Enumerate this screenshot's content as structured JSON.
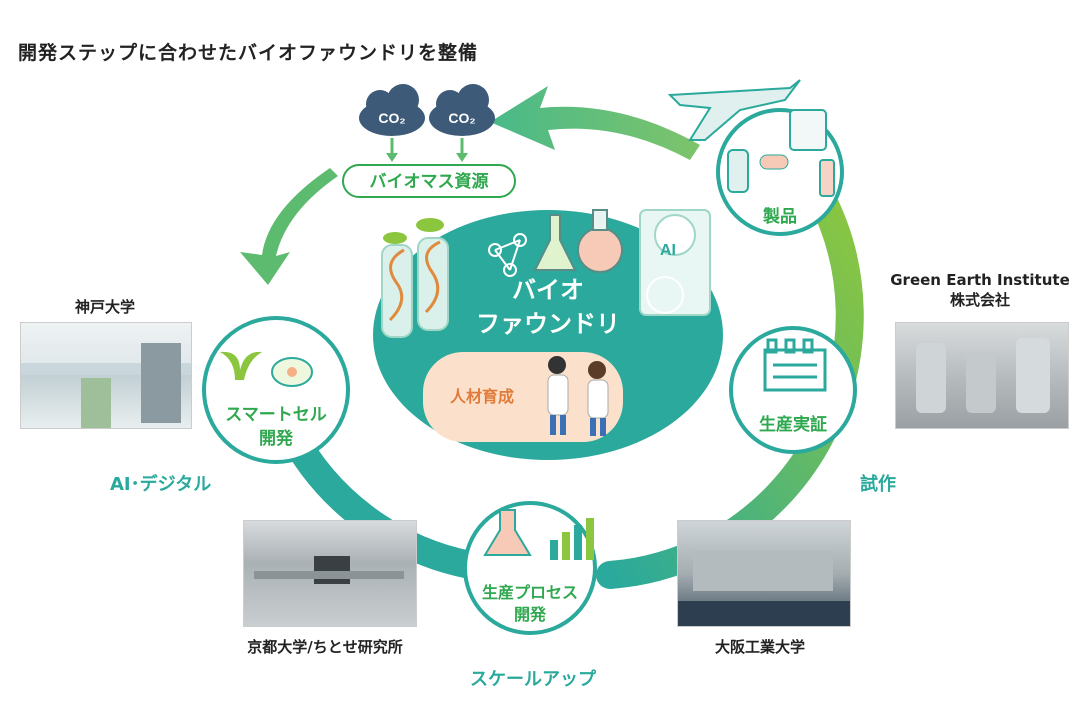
{
  "heading": "開発ステップに合わせたバイオファウンドリを整備",
  "biomass": {
    "label": "バイオマス資源",
    "co2": [
      "CO₂",
      "CO₂"
    ]
  },
  "center": {
    "line1": "バイオ",
    "line2": "ファウンドリ",
    "hr_label": "人材育成",
    "ai_badge": "AI"
  },
  "nodes": {
    "products": "製品",
    "production": "生産実証",
    "process": {
      "line1": "生産プロセス",
      "line2": "開発"
    },
    "smartcell": {
      "line1": "スマートセル",
      "line2": "開発"
    }
  },
  "stages": {
    "ai_digital": "AI･デジタル",
    "trial": "試作",
    "scaleup": "スケールアップ"
  },
  "sites": {
    "kobe": "神戸大学",
    "gei": {
      "line1": "Green Earth Institute",
      "line2": "株式会社"
    },
    "kyoto": "京都大学/ちとせ研究所",
    "osaka": "大阪工業大学"
  },
  "colors": {
    "teal": "#2aa99c",
    "green": "#2fa84f",
    "lime": "#8cc63f",
    "peach": "#fbe1cc",
    "navy": "#3d5a78"
  }
}
